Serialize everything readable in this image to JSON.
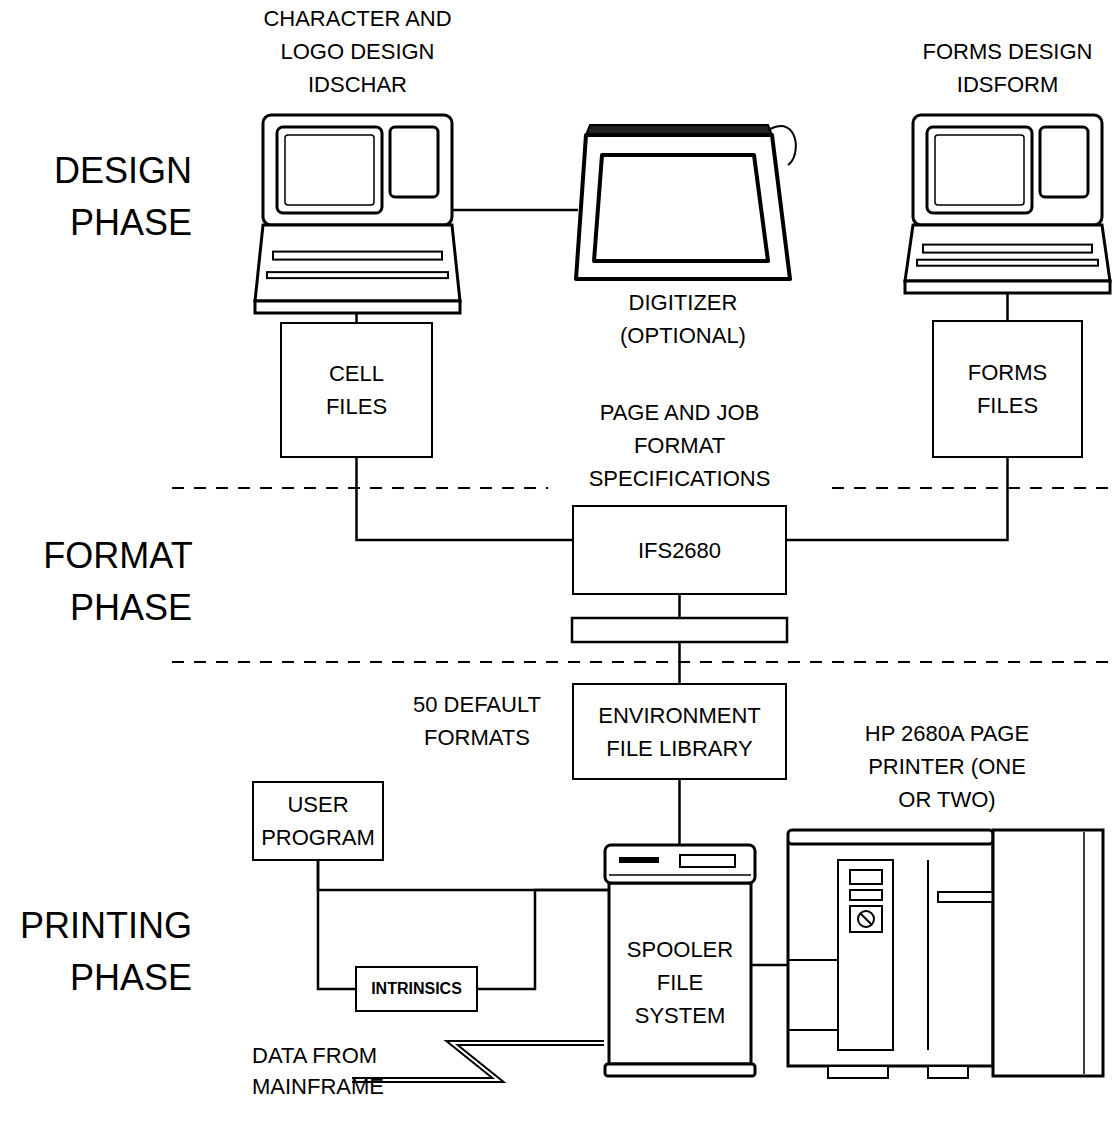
{
  "diagram": {
    "nodes": [
      {
        "text": [
          "CHARACTER AND LOGO DESIGN IDSCHAR"
        ]
      },
      {
        "text": [
          "DIGITIZER (OPTIONAL)"
        ]
      },
      {
        "text": [
          "FORMS DESIGN IDSFORM"
        ]
      },
      {
        "text": [
          "CELL FILES"
        ]
      },
      {
        "text": [
          "FORMS FILES"
        ]
      },
      {
        "text": [
          "PAGE AND JOB FORMAT SPECIFICATIONS",
          "IFS2680"
        ]
      },
      {
        "text": [
          "ENVIRONMENT FILE LIBRARY"
        ]
      },
      {
        "text": [
          "USER PROGRAM"
        ]
      },
      {
        "text": [
          "SPOOLER FILE SYSTEM"
        ]
      },
      {
        "text": [
          "HP 2680A PAGE PRINTER (ONE OR TWO)"
        ]
      },
      {
        "text": [
          "INTRINSICS"
        ]
      }
    ],
    "edges": [
      {
        "from": 0,
        "to": 1,
        "arrow": "none"
      },
      {
        "from": 0,
        "to": 3,
        "arrow": "none"
      },
      {
        "from": 2,
        "to": 4,
        "arrow": "none"
      },
      {
        "from": 3,
        "to": 5,
        "arrow": "none"
      },
      {
        "from": 4,
        "to": 5,
        "arrow": "none"
      },
      {
        "from": 5,
        "to": 6,
        "arrow": "none"
      },
      {
        "from": 6,
        "to": 8,
        "arrow": "none"
      },
      {
        "from": 7,
        "to": 8,
        "arrow": "none"
      },
      {
        "from": 7,
        "to": 10,
        "arrow": "none"
      },
      {
        "from": 10,
        "to": 8,
        "arrow": "none"
      },
      {
        "from": 8,
        "to": 9,
        "arrow": "none"
      }
    ],
    "labels": [
      "DESIGN PHASE",
      "FORMAT PHASE",
      "PRINTING PHASE",
      "50 DEFAULT FORMATS",
      "DATA FROM MAINFRAME"
    ]
  }
}
